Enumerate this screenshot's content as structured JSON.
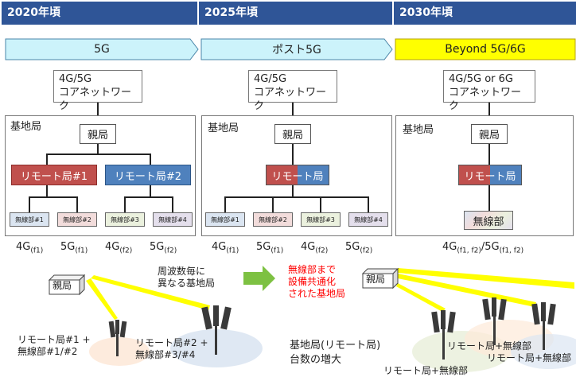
{
  "eras": [
    {
      "label": "2020年頃",
      "generation": "5G"
    },
    {
      "label": "2025年頃",
      "generation": "ポスト5G"
    },
    {
      "label": "2030年頃",
      "generation": "Beyond 5G/6G"
    }
  ],
  "colors": {
    "era_bar": "#2f5597",
    "gen_cyan": "#ccf3fb",
    "gen_yellow": "#ffff00",
    "remote_red": "#c0504d",
    "remote_blue": "#4f81bd",
    "arrow_green": "#7dc142",
    "beam_yellow": "#ffff00"
  },
  "panel1": {
    "core": [
      "4G/5G",
      "コアネットワーク"
    ],
    "bs_label": "基地局",
    "parent": "親局",
    "remote1": "リモート局#1",
    "remote2": "リモート局#2",
    "ru": [
      "無線部#1",
      "無線部#2",
      "無線部#3",
      "無線部#4"
    ],
    "freq": [
      {
        "main": "4G",
        "sub": "(f1)"
      },
      {
        "main": "5G",
        "sub": "(f1)"
      },
      {
        "main": "4G",
        "sub": "(f2)"
      },
      {
        "main": "5G",
        "sub": "(f2)"
      }
    ]
  },
  "panel2": {
    "core": [
      "4G/5G",
      "コアネットワーク"
    ],
    "bs_label": "基地局",
    "parent": "親局",
    "remote": "リモート局",
    "ru": [
      "無線部#1",
      "無線部#2",
      "無線部#3",
      "無線部#4"
    ],
    "freq": [
      {
        "main": "4G",
        "sub": "(f1)"
      },
      {
        "main": "5G",
        "sub": "(f1)"
      },
      {
        "main": "4G",
        "sub": "(f2)"
      },
      {
        "main": "5G",
        "sub": "(f2)"
      }
    ]
  },
  "panel3": {
    "core": [
      "4G/5G or 6G",
      "コアネットワーク"
    ],
    "bs_label": "基地局",
    "parent": "親局",
    "remote": "リモート局",
    "ru": "無線部",
    "freq": {
      "a": "4G",
      "a_sub": "(f1, f2)",
      "b": "/5G",
      "b_sub": "(f1, f2)"
    }
  },
  "bottom": {
    "parent_left": "親局",
    "caption_mid": [
      "周波数毎に",
      "異なる基地局"
    ],
    "label_remote1": [
      "リモート局#1 +",
      "無線部#1/#2"
    ],
    "label_remote2": [
      "リモート局#2 +",
      "無線部#3/#4"
    ],
    "caption_red": [
      "無線部まで",
      "設備共通化",
      "された基地局"
    ],
    "parent_right": "親局",
    "caption_increase": [
      "基地局(リモート局)",
      "台数の増大"
    ],
    "remote_plus_ru": [
      "リモート局+無線部",
      "リモート局+無線部",
      "リモート局+無線部"
    ]
  }
}
